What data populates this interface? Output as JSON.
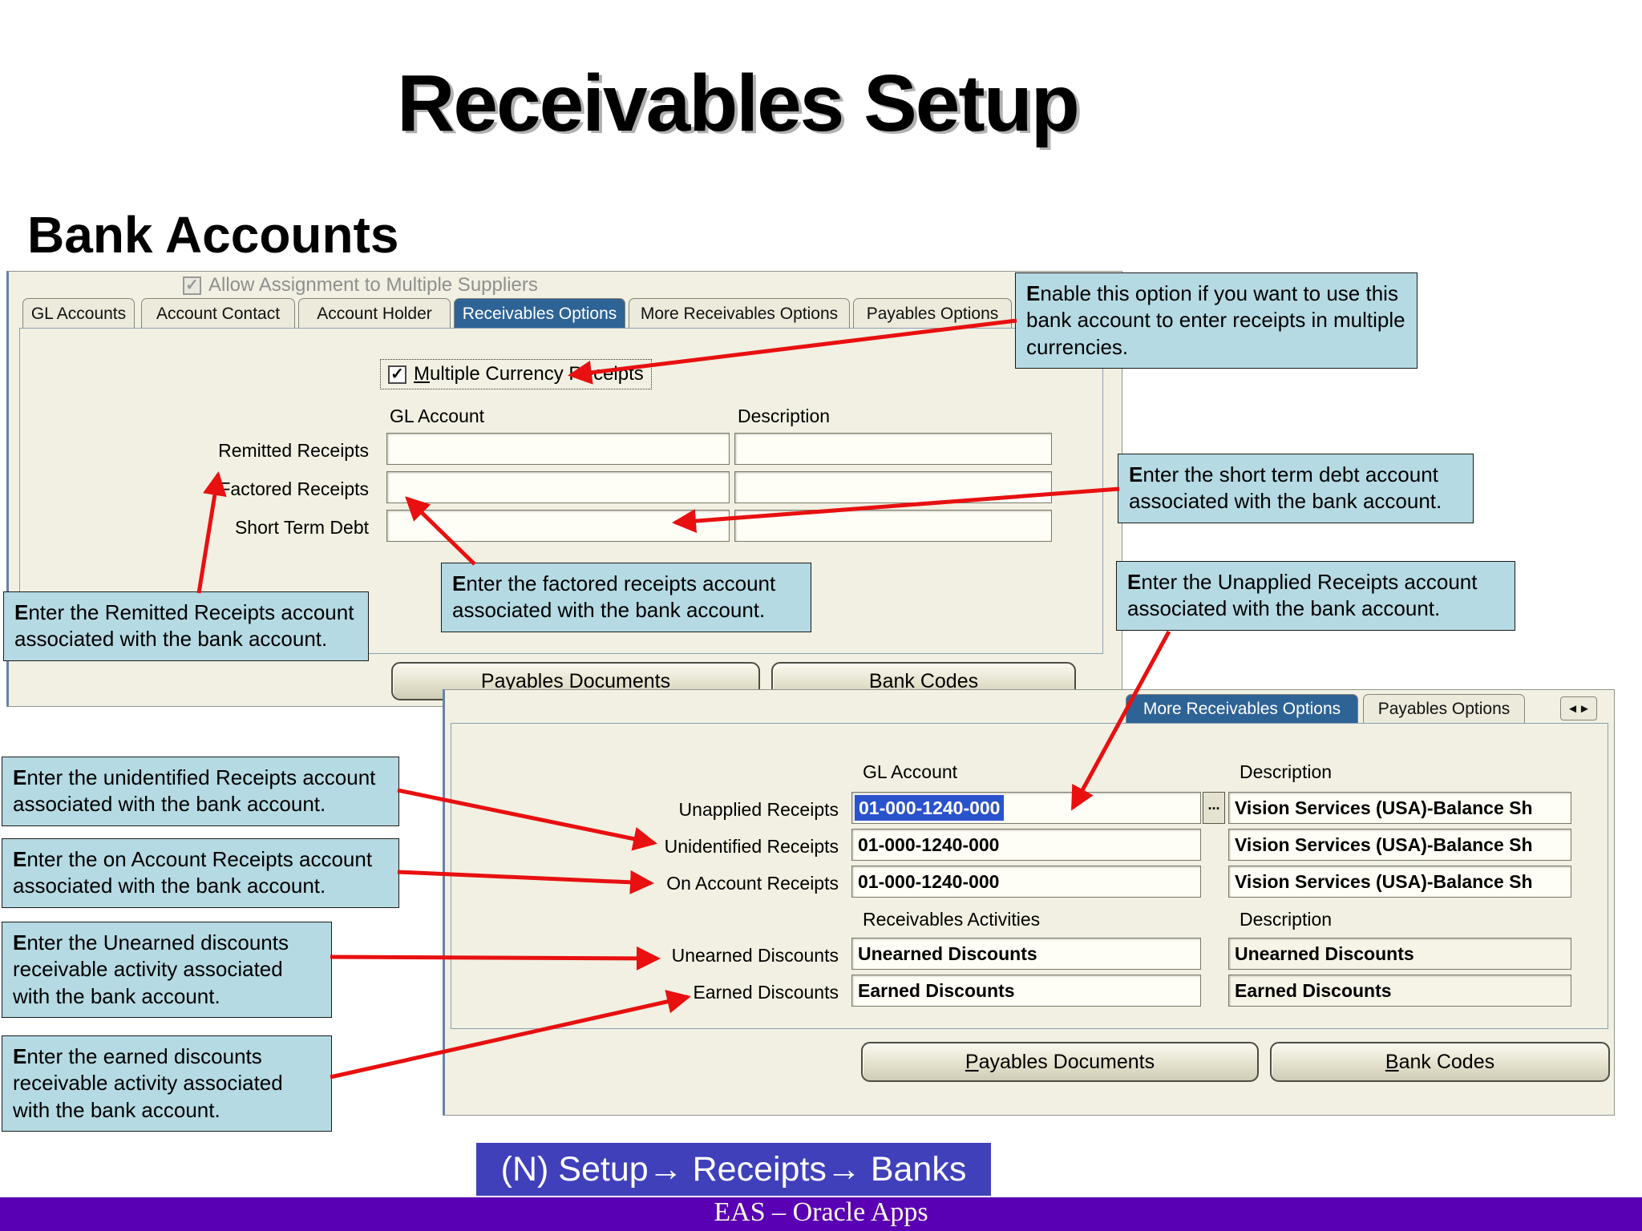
{
  "slide": {
    "title": "Receivables Setup",
    "subtitle": "Bank Accounts",
    "nav_path": "(N) Setup→ Receipts→ Banks",
    "footer": "EAS – Oracle Apps"
  },
  "icons": {
    "check": "✓",
    "tab_scroll": "◄►",
    "lov": "..."
  },
  "form1": {
    "top_checkbox_label": "Allow Assignment to Multiple Suppliers",
    "tabs": [
      {
        "label": "GL Accounts",
        "active": false
      },
      {
        "label": "Account Contact",
        "active": false
      },
      {
        "label": "Account Holder",
        "active": false
      },
      {
        "label": "Receivables Options",
        "active": true
      },
      {
        "label": "More Receivables Options",
        "active": false
      },
      {
        "label": "Payables Options",
        "active": false
      }
    ],
    "currency_checkbox": {
      "mnemonic": "M",
      "rest": "ultiple Currency Receipts",
      "checked": true
    },
    "headers": {
      "gl_account": "GL Account",
      "description": "Description"
    },
    "rows": [
      {
        "label": "Remitted Receipts",
        "gl": "",
        "desc": ""
      },
      {
        "label": "Factored Receipts",
        "gl": "",
        "desc": ""
      },
      {
        "label": "Short Term Debt",
        "gl": "",
        "desc": ""
      }
    ],
    "buttons": [
      {
        "mnemonic": "P",
        "rest": "ayables Documents"
      },
      {
        "mnemonic": "B",
        "rest": "ank Codes"
      }
    ]
  },
  "form2": {
    "tabs": [
      {
        "label": "More Receivables Options",
        "active": true
      },
      {
        "label": "Payables Options",
        "active": false
      }
    ],
    "headers": {
      "gl_account": "GL Account",
      "description": "Description",
      "activities": "Receivables Activities",
      "activities_description": "Description"
    },
    "gl_rows": [
      {
        "label": "Unapplied Receipts",
        "value": "01-000-1240-000",
        "desc": "Vision Services (USA)-Balance Sh",
        "selected": true
      },
      {
        "label": "Unidentified Receipts",
        "value": "01-000-1240-000",
        "desc": "Vision Services (USA)-Balance Sh",
        "selected": false
      },
      {
        "label": "On Account Receipts",
        "value": "01-000-1240-000",
        "desc": "Vision Services (USA)-Balance Sh",
        "selected": false
      }
    ],
    "activity_rows": [
      {
        "label": "Unearned Discounts",
        "value": "Unearned Discounts",
        "desc": "Unearned Discounts"
      },
      {
        "label": "Earned Discounts",
        "value": "Earned Discounts",
        "desc": "Earned Discounts"
      }
    ],
    "buttons": [
      {
        "mnemonic": "P",
        "rest": "ayables Documents"
      },
      {
        "mnemonic": "B",
        "rest": "ank Codes"
      }
    ]
  },
  "callouts": [
    {
      "text": "Enable this option if you want to use this bank account to enter receipts in multiple currencies."
    },
    {
      "text": "Enter the short term debt account associated with the bank account."
    },
    {
      "text": "Enter the factored receipts account associated with the bank account."
    },
    {
      "text": "Enter the Remitted Receipts account associated with the bank account."
    },
    {
      "text": "Enter the Unapplied Receipts account associated with the bank account."
    },
    {
      "text": "Enter the unidentified Receipts account associated with the bank account."
    },
    {
      "text": "Enter the on Account Receipts account associated with the bank account."
    },
    {
      "text": "Enter the Unearned discounts receivable activity associated with the bank account."
    },
    {
      "text": "Enter the earned discounts receivable activity associated with the bank account."
    }
  ],
  "colors": {
    "active_tab": "#2e6396",
    "callout_bg": "#b5dae3",
    "arrow": "#e81010",
    "selection_bg": "#2a52cc",
    "nav_bg": "#4040bb",
    "footer_bg": "#5a00b4",
    "form_bg": "#f1f0e2"
  }
}
